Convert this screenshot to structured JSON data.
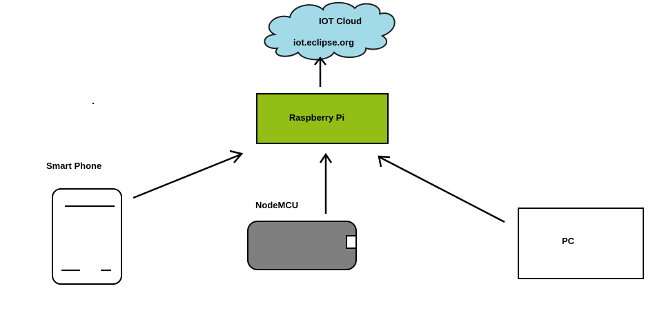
{
  "cloud": {
    "title": "IOT Cloud",
    "url": "iot.eclipse.org",
    "fill": "#a3dae8"
  },
  "raspberry_pi": {
    "label": "Raspberry Pi",
    "fill": "#92be16"
  },
  "smart_phone": {
    "label": "Smart Phone"
  },
  "nodemcu": {
    "label": "NodeMCU",
    "fill": "#7f7f7f"
  },
  "pc": {
    "label": "PC"
  }
}
